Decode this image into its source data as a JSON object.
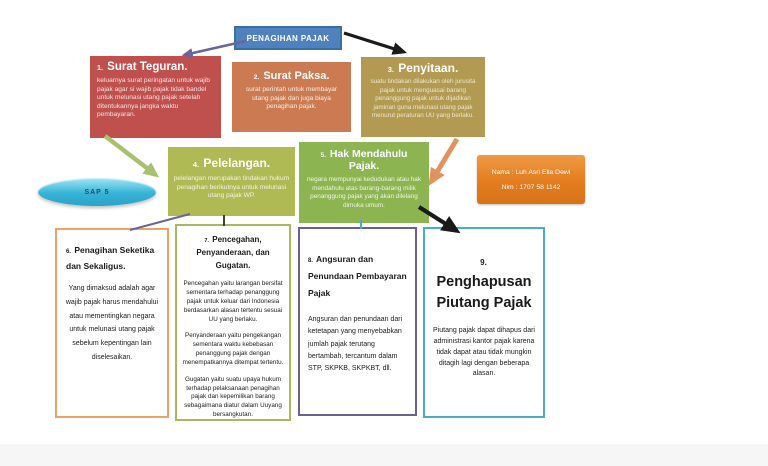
{
  "root": {
    "title": "PENAGIHAN PAJAK"
  },
  "badge": {
    "label": "SAP 5"
  },
  "author": {
    "name_line": "Nama : Luh Asri Ella Dewi",
    "nim_line": "Nim : 1707 58 1142"
  },
  "nodes": {
    "n1": {
      "num": "1.",
      "title": "Surat Teguran.",
      "body": "keluarnya surat peringatan untuk wajib pajak agar si wajib pajak tidak bandel untuk melunasi utang pajak setelah ditentukannya jangka waktu pembayaran."
    },
    "n2": {
      "num": "2.",
      "title": "Surat Paksa.",
      "body": "surat perintah untuk membayar utang pajak dan juga biaya penagihan pajak."
    },
    "n3": {
      "num": "3.",
      "title": "Penyitaan.",
      "body": "suatu tindakan dilakukan oleh jurusita pajak untuk menguasai barang penanggung pajak untuk dijadikan jaminan guna melunasi utang pajak menurut peraturan UU yang berlaku."
    },
    "n4": {
      "num": "4.",
      "title": "Pelelangan.",
      "body": "pelelangan merupakan tindakan hukum penagihan berikutnya untuk melunasi utang pajak WP."
    },
    "n5": {
      "num": "5.",
      "title": "Hak Mendahulu Pajak.",
      "body": "negara mempunyai kedudukan atau hak mendahulu atas barang-barang milik penanggung pajak yang akan dilelang dimuka umum."
    },
    "n6": {
      "num": "6.",
      "title": "Penagihan Seketika dan Sekaligus.",
      "body": "Yang dimaksud adalah agar wajib pajak harus mendahului atau mementingkan negara untuk melunasi utang pajak sebelum kepentingan lain diselesaikan."
    },
    "n7": {
      "num": "7.",
      "title": "Pencegahan, Penyanderaan, dan Gugatan.",
      "paragraphs": [
        "Pencegahan yaitu larangan bersifat sementara terhadap penanggung pajak untuk keluar dari Indonesia berdasarkan alasan tertentu sesuai UU yang berlaku.",
        "Penyanderaan yaitu pengekangan sementara waktu kebebasan penanggung pajak dengan menempatkannya ditempat tertentu.",
        "Gugatan yaitu suatu upaya hukum terhadap pelaksanaan penagihan pajak dan kepemilikan barang sebagaimana diatur dalam Uuyang bersangkutan."
      ]
    },
    "n8": {
      "num": "8.",
      "title": "Angsuran dan Penundaan Pembayaran Pajak",
      "body": "Angsuran dan penundaan dari ketetapan yang menyebabkan jumlah pajak terutang bertambah, tercantum dalam STP, SKPKB, SKPKBT, dll."
    },
    "n9": {
      "num": "9.",
      "title": "Penghapusan Piutang Pajak",
      "body": "Piutang pajak dapat dihapus dari administrasi kantor pajak karena tidak dapat atau tidak mungkin ditagih lagi dengan beberapa alasan."
    }
  },
  "palette": {
    "root_fill": "#4e81bd",
    "root_border": "#3a6ea5",
    "n1_fill": "#c0504d",
    "n2_fill": "#cb7a51",
    "n3_fill": "#b29a52",
    "n4_fill": "#b0ba55",
    "n5_fill": "#8cb451",
    "author_fill": "#e27c1e",
    "badge_fill": "#35b3d6",
    "n6_border": "#eda163",
    "n7_border": "#a6ba5d",
    "n8_border": "#6a6191",
    "n9_border": "#4bacc6",
    "arrow_purple": "#6a6598",
    "arrow_green": "#a9c06f",
    "arrow_orange": "#e0925f",
    "arrow_black": "#1a1a1a",
    "arrow_teal": "#4bacc6"
  }
}
